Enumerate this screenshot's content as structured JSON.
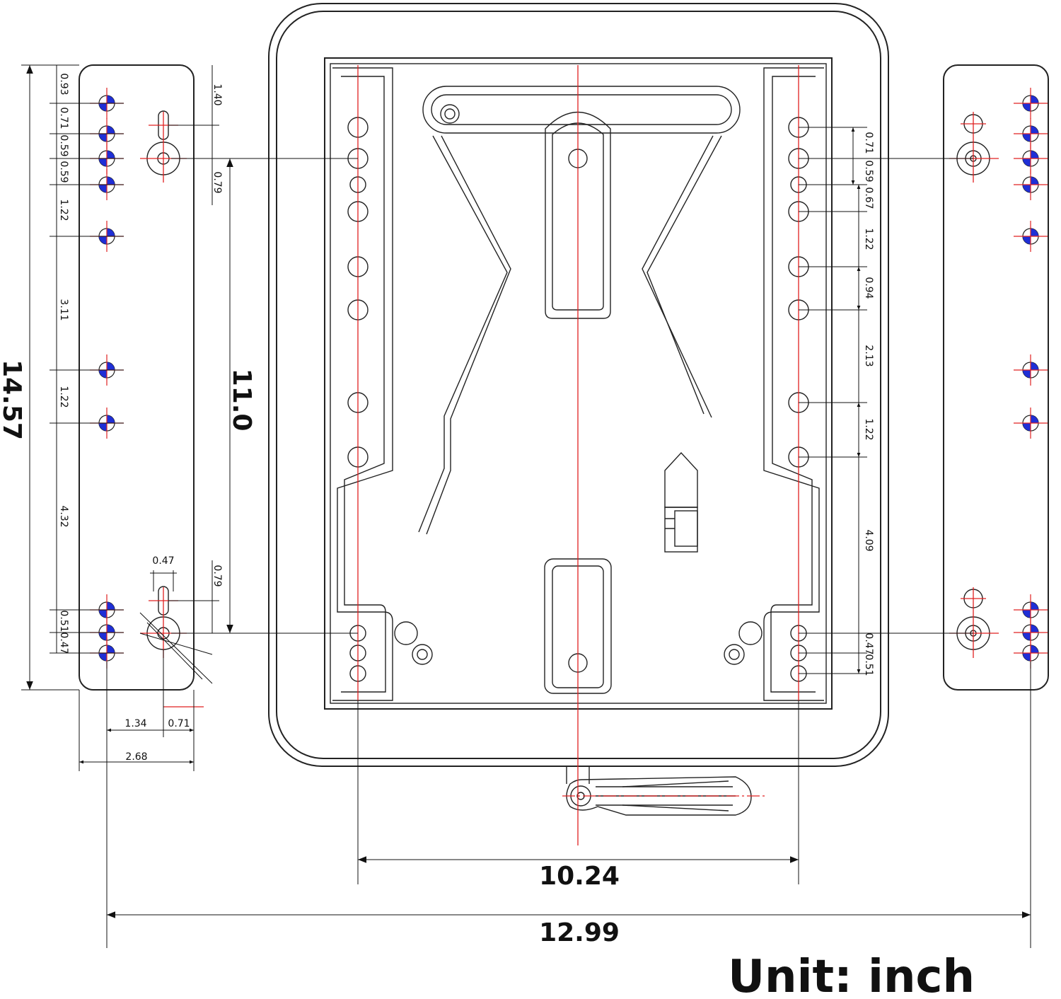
{
  "unit_label": "Unit: inch",
  "overall": {
    "height": "14.57",
    "inner_height": "11.0",
    "inner_width": "10.24",
    "overall_width": "12.99"
  },
  "left_plate": {
    "vertical_dims": [
      "0.93",
      "0.71",
      "0.59",
      "0.59",
      "1.22",
      "3.11",
      "1.22",
      "4.32",
      "0.51",
      "0.47"
    ],
    "top_dims": [
      "1.40",
      "0.79"
    ],
    "bottom_dims": [
      "0.79",
      "0.47"
    ],
    "horizontal_dims": [
      "1.34",
      "0.71",
      "2.68"
    ]
  },
  "right_dims": [
    "0.71",
    "0.59",
    "0.67",
    "1.22",
    "0.94",
    "2.13",
    "1.22",
    "4.09",
    "0.47",
    "0.51"
  ],
  "colors": {
    "marker_blue": "#1f2fd6",
    "center_red": "#e02020",
    "line": "#222222"
  }
}
